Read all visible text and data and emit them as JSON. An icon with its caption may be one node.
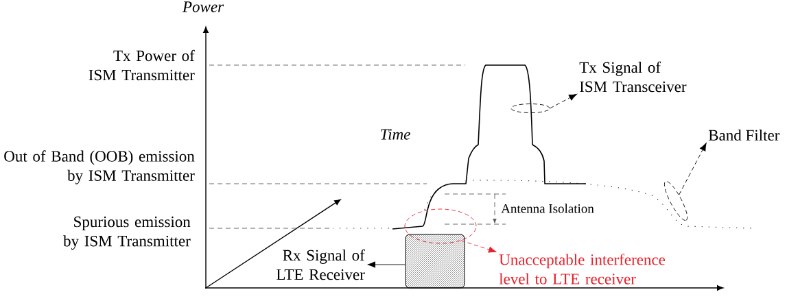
{
  "diagram": {
    "nodes": [
      {
        "text": [
          "Tx Signal of ISM Transceiver"
        ]
      },
      {
        "text": [],
        "shape": "ellipse"
      },
      {
        "text": [
          "Band Filter"
        ]
      },
      {
        "text": [],
        "shape": "ellipse"
      },
      {
        "text": [
          "Unacceptable interference level to LTE receiver"
        ]
      },
      {
        "text": [],
        "shape": "ellipse"
      },
      {
        "text": [
          "Rx Signal of LTE Receiver"
        ]
      },
      {
        "text": [],
        "shape": "box"
      }
    ],
    "edges": [
      {
        "from": 1,
        "to": 0,
        "arrow": "to",
        "style": "dashed"
      },
      {
        "from": 3,
        "to": 2,
        "arrow": "to",
        "style": "dashed"
      },
      {
        "from": 5,
        "to": 4,
        "arrow": "to",
        "style": "dashed",
        "color": "#e8202a"
      },
      {
        "from": 7,
        "to": 6,
        "arrow": "to"
      }
    ],
    "labels": [
      "Power",
      "Tx Power of ISM Transmitter",
      "Time",
      "Out of Band (OOB) emission by ISM Transmitter",
      "Spurious emission by ISM Transmitter",
      "Antenna Isolation"
    ]
  }
}
